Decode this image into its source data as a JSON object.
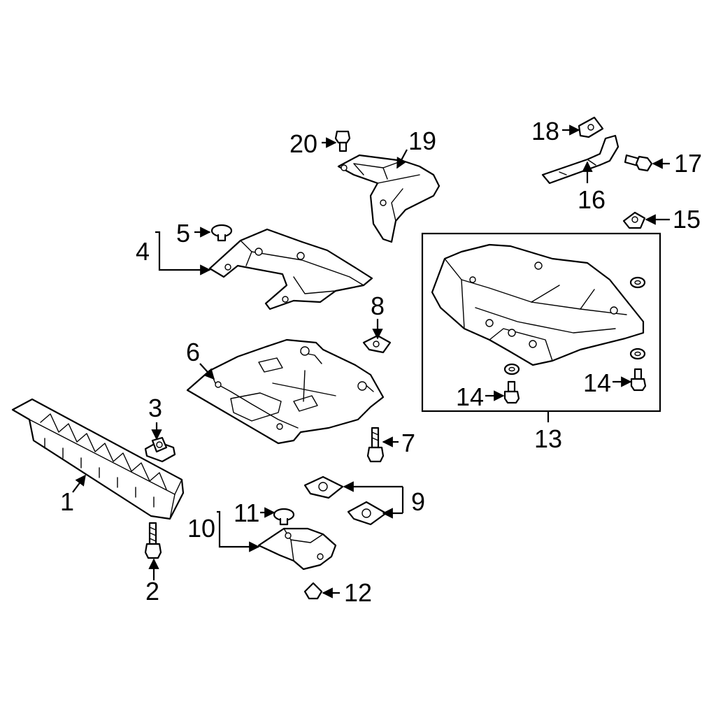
{
  "callouts": {
    "c1": "1",
    "c2": "2",
    "c3": "3",
    "c4": "4",
    "c5": "5",
    "c6": "6",
    "c7": "7",
    "c8": "8",
    "c9": "9",
    "c10": "10",
    "c11": "11",
    "c12": "12",
    "c13": "13",
    "c14a": "14",
    "c14b": "14",
    "c15": "15",
    "c16": "16",
    "c17": "17",
    "c18": "18",
    "c19": "19",
    "c20": "20"
  }
}
